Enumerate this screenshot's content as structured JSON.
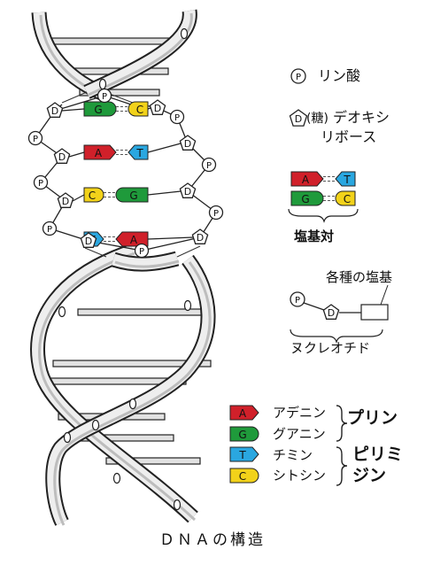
{
  "caption": "ＤＮＡの構造",
  "legend": {
    "phosphate": {
      "symbol": "P",
      "label": "リン酸"
    },
    "sugar": {
      "symbol": "D",
      "prefix": "(糖)",
      "label_line1": "デオキシ",
      "label_line2": "リボース"
    },
    "base_pair_label": "塩基対",
    "nucleotide_label": "ヌクレオチド",
    "bases_label": "各種の塩基"
  },
  "bases": [
    {
      "letter": "A",
      "name": "アデニン",
      "color": "#d0202a"
    },
    {
      "letter": "G",
      "name": "グアニン",
      "color": "#1f9a3b"
    },
    {
      "letter": "T",
      "name": "チミン",
      "color": "#2aa7e0"
    },
    {
      "letter": "C",
      "name": "シトシン",
      "color": "#f2d21a"
    }
  ],
  "groups": {
    "purine": "プリン",
    "pyrimidine_line1": "ピリミ",
    "pyrimidine_line2": "ジン"
  },
  "pairs": [
    {
      "left": "G",
      "right": "C"
    },
    {
      "left": "A",
      "right": "T"
    },
    {
      "left": "C",
      "right": "G"
    },
    {
      "left": "T",
      "right": "A"
    }
  ],
  "example_pairs": [
    {
      "left": "A",
      "right": "T"
    },
    {
      "left": "G",
      "right": "C"
    }
  ],
  "node_labels": {
    "p": "P",
    "d": "D"
  }
}
